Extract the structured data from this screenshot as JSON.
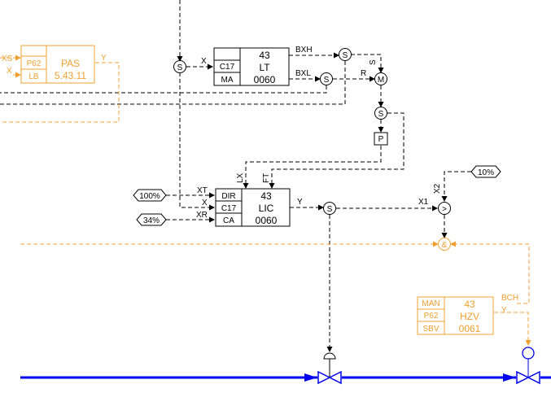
{
  "colors": {
    "signal": "#000000",
    "orange": "#f0a030",
    "pipe": "#0000ee"
  },
  "pas": {
    "r1": "P62",
    "r2": "LB",
    "l1": "PAS",
    "l2": "5.43.11",
    "in1": "XS",
    "in2": "X",
    "out": "Y"
  },
  "lt": {
    "r1": "C17",
    "r2": "MA",
    "l1": "43",
    "l2": "LT",
    "l3": "0060",
    "in": "X",
    "out_h": "BXH",
    "out_l": "BXL"
  },
  "lic": {
    "r1": "DIR",
    "r2": "C17",
    "r3": "CA",
    "l1": "43",
    "l2": "LIC",
    "l3": "0060",
    "in_t": "XT",
    "in_x": "X",
    "in_r": "XR",
    "in_lx": "LX",
    "in_ft": "FT",
    "out": "Y"
  },
  "hzv": {
    "r1": "MAN",
    "r2": "P62",
    "r3": "SBV",
    "l1": "43",
    "l2": "HZV",
    "l3": "0061",
    "out_b": "BCH",
    "out_y": "Y"
  },
  "consts": {
    "c100": "100%",
    "c34": "34%",
    "c10": "10%"
  },
  "symbols": {
    "s": "S",
    "m": "M",
    "p": "P",
    "and": "&",
    "gt": ">"
  },
  "misc": {
    "s_label": "S",
    "r_label": "R",
    "x1": "X1",
    "x2": "X2"
  }
}
